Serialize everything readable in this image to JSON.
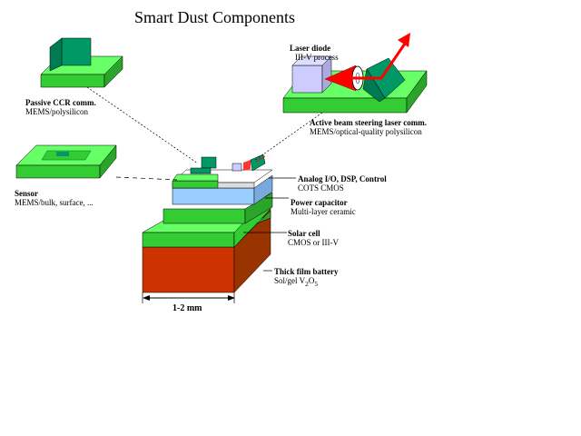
{
  "title": "Smart Dust Components",
  "labels": {
    "passive_ccr": {
      "name": "Passive CCR comm.",
      "tech": "MEMS/polysilicon"
    },
    "laser_diode": {
      "name": "Laser diode",
      "tech": "III-V process"
    },
    "active_beam": {
      "name": "Active beam steering laser comm.",
      "tech": "MEMS/optical-quality polysilicon"
    },
    "sensor": {
      "name": "Sensor",
      "tech": "MEMS/bulk, surface, ..."
    },
    "analog_io": {
      "name": "Analog I/O, DSP, Control",
      "tech": "COTS CMOS"
    },
    "power_capacitor": {
      "name": "Power capacitor",
      "tech": "Multi-layer ceramic"
    },
    "solar_cell": {
      "name": "Solar cell",
      "tech": "CMOS or III-V"
    },
    "battery": {
      "name": "Thick film battery",
      "tech_prefix": "Sol/gel V",
      "tech_sub1": "2",
      "tech_mid": "O",
      "tech_sub2": "5"
    }
  },
  "dimension": "1-2 mm",
  "colors": {
    "green_top": "#66ff66",
    "green_side": "#33cc33",
    "teal": "#009966",
    "battery_front": "#cc3300",
    "battery_side": "#993300",
    "capacitor": "#99ccff",
    "laser_box": "#ccccff",
    "beam": "#ff0000"
  }
}
